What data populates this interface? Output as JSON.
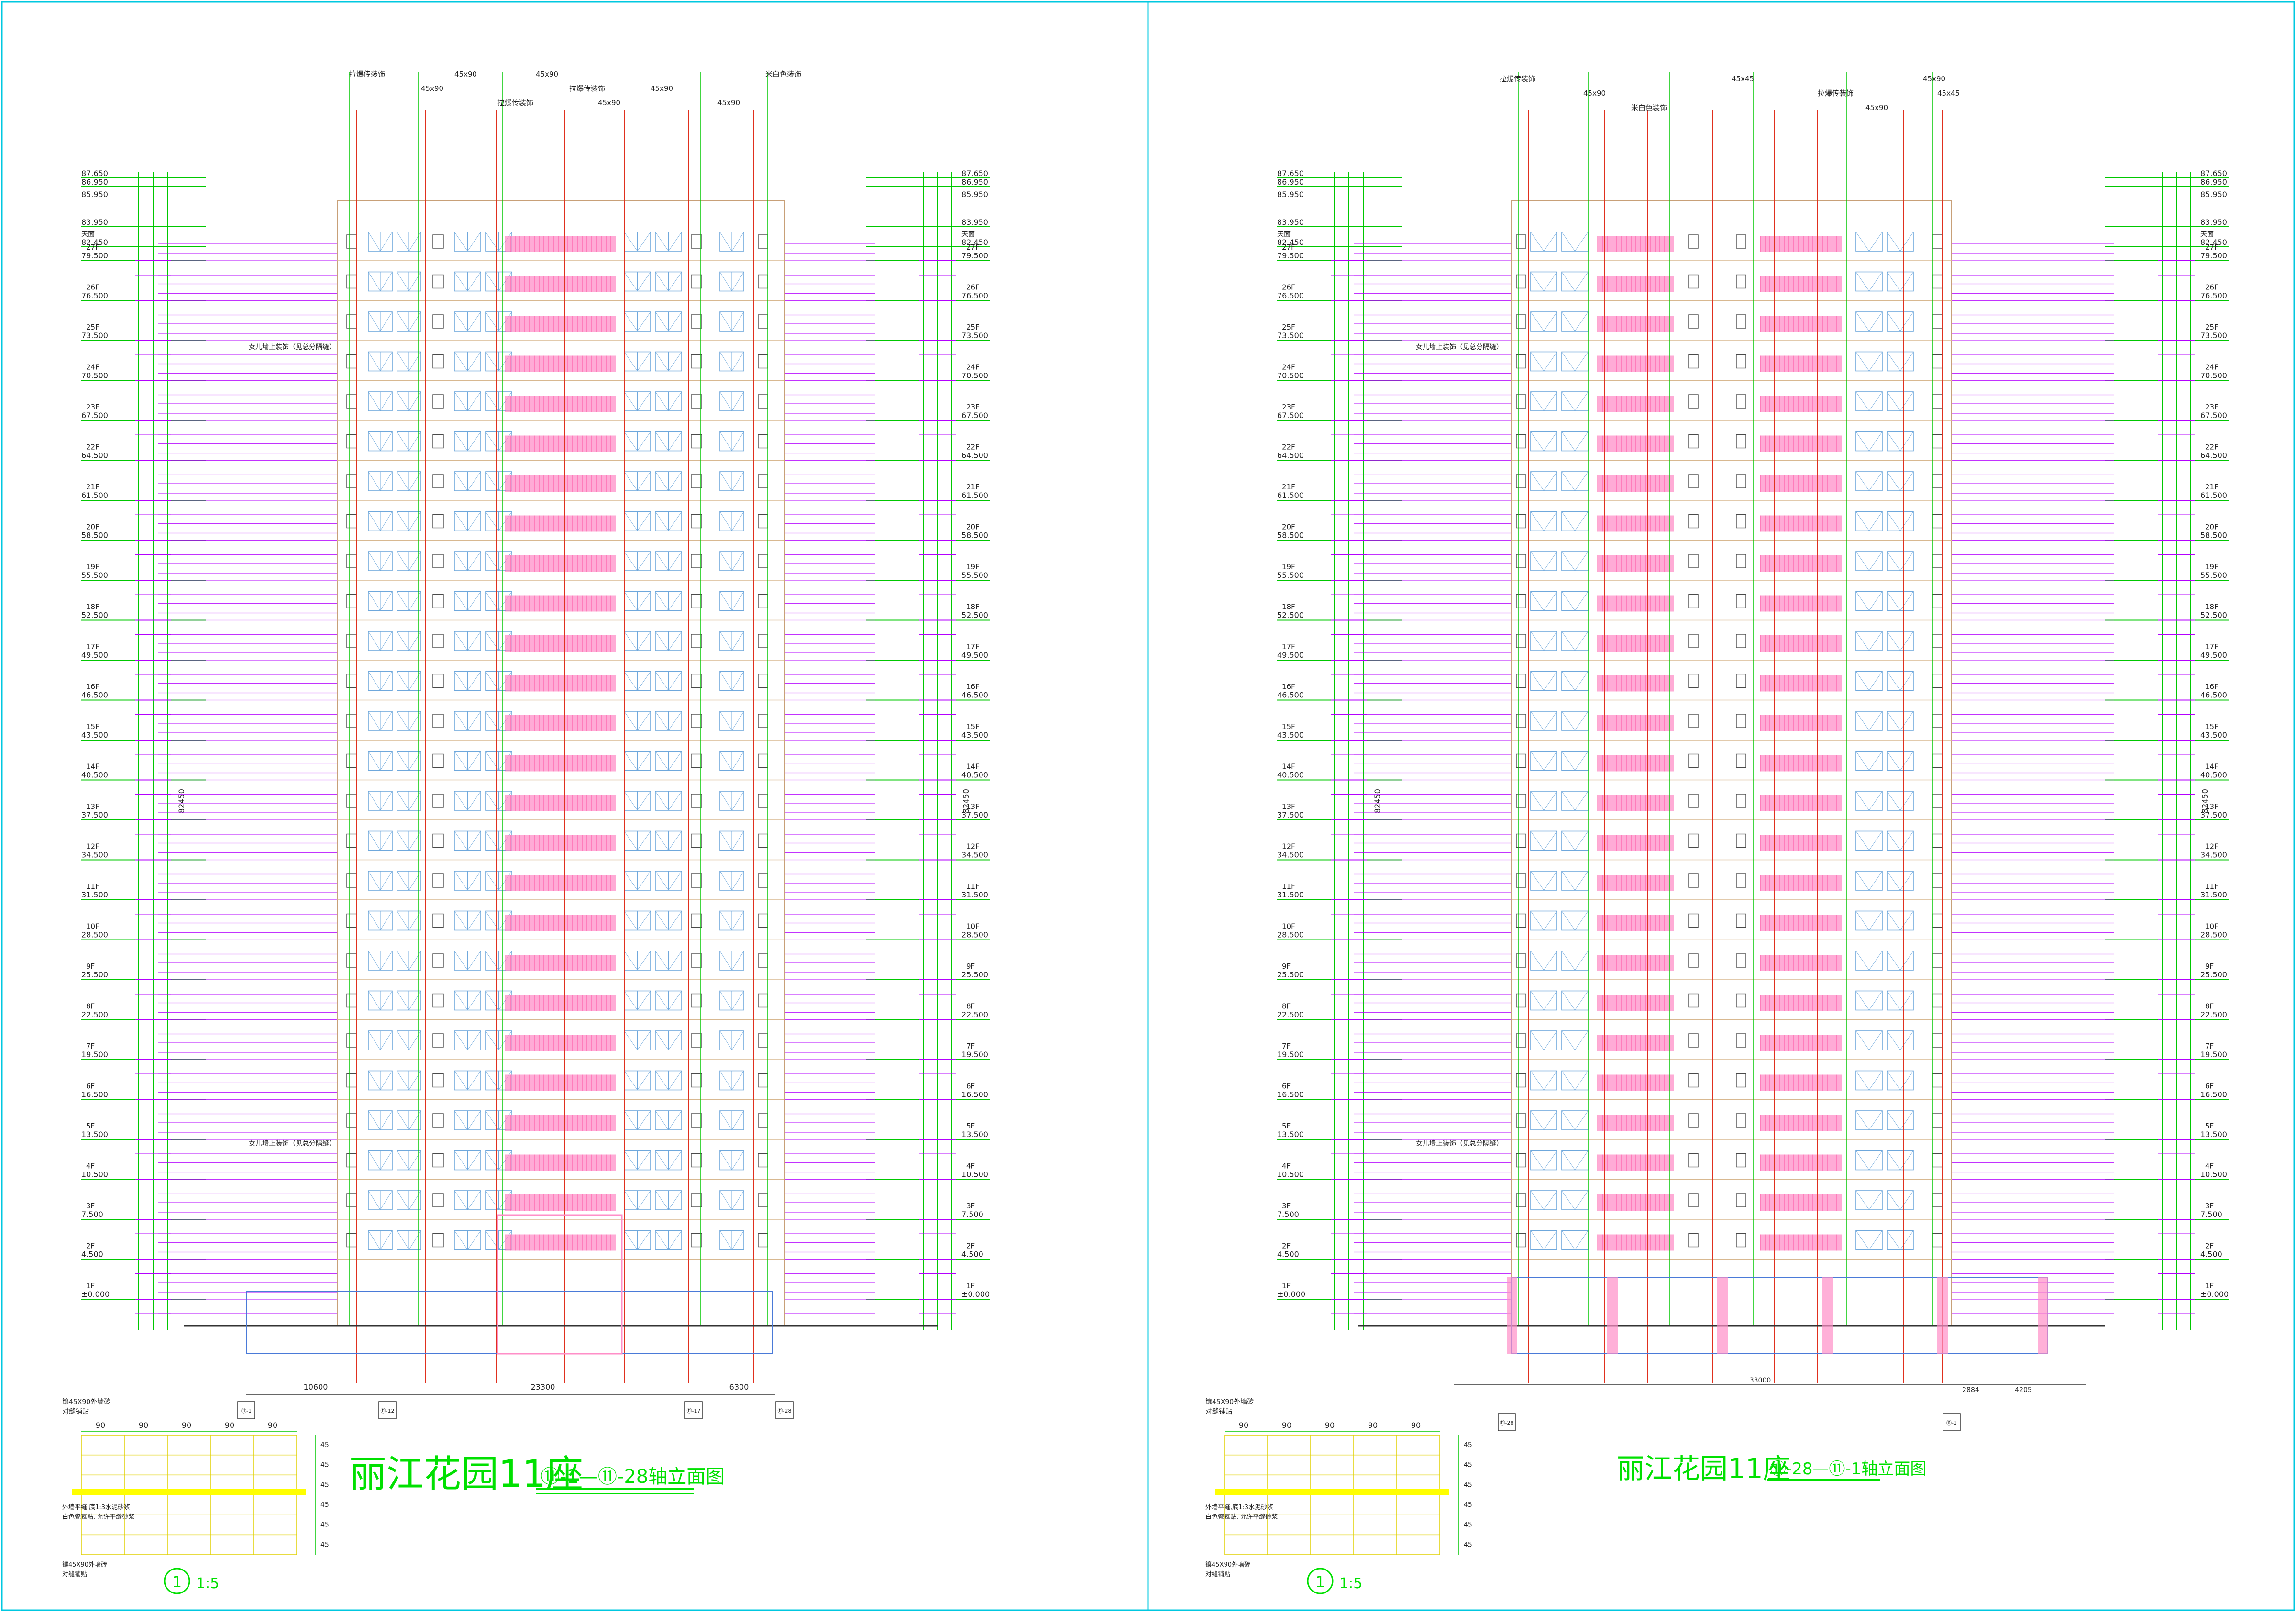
{
  "colors": {
    "background": "#ffffff",
    "level_line": "#00c800",
    "grid_line": "#b400ff",
    "dim_text": "#222222",
    "pink_band": "#ff8fc8",
    "window_blue": "#6fa8dc",
    "red_line": "#e0301e",
    "border_cyan": "#00c8e0",
    "title_green": "#00e000",
    "yellow": "#ffff00"
  },
  "left_elevation": {
    "title": "丽江花园11座",
    "subtitle": "⑪-1—⑪-28轴立面图",
    "dims_bottom": [
      "10600",
      "23300",
      "6300"
    ],
    "axis_marks": [
      "⑪-1",
      "⑪-12",
      "⑪-17",
      "⑪-28"
    ],
    "top_callouts": [
      "拉爆传装饰",
      "45x90",
      "拉爆传装饰",
      "45x90",
      "拉爆传装饰",
      "45x90",
      "米白色装饰",
      "45x90",
      "45x90",
      "45x90"
    ],
    "side_note": "女儿墙上装饰（见总分隔缝）",
    "roof_elev": [
      "87.650",
      "86.950",
      "85.950",
      "83.950",
      "82.450"
    ]
  },
  "right_elevation": {
    "title": "丽江花园11座",
    "subtitle": "⑪-28—⑪-1轴立面图",
    "dims_bottom": [
      "33000",
      "2884",
      "4205"
    ],
    "axis_marks": [
      "⑪-28",
      "⑪-1"
    ],
    "top_callouts": [
      "拉爆传装饰",
      "45x90",
      "米白色装饰",
      "45x45",
      "拉爆传装饰",
      "45x90",
      "45x90",
      "45x45"
    ],
    "side_note": "女儿墙上装饰（见总分隔缝）",
    "roof_elev": [
      "87.650",
      "86.950",
      "85.950",
      "83.950",
      "82.450"
    ]
  },
  "floors": [
    {
      "label": "27F",
      "elev": "79.500"
    },
    {
      "label": "26F",
      "elev": "76.500"
    },
    {
      "label": "25F",
      "elev": "73.500"
    },
    {
      "label": "24F",
      "elev": "70.500"
    },
    {
      "label": "23F",
      "elev": "67.500"
    },
    {
      "label": "22F",
      "elev": "64.500"
    },
    {
      "label": "21F",
      "elev": "61.500"
    },
    {
      "label": "20F",
      "elev": "58.500"
    },
    {
      "label": "19F",
      "elev": "55.500"
    },
    {
      "label": "18F",
      "elev": "52.500"
    },
    {
      "label": "17F",
      "elev": "49.500"
    },
    {
      "label": "16F",
      "elev": "46.500"
    },
    {
      "label": "15F",
      "elev": "43.500"
    },
    {
      "label": "14F",
      "elev": "40.500"
    },
    {
      "label": "13F",
      "elev": "37.500"
    },
    {
      "label": "12F",
      "elev": "34.500"
    },
    {
      "label": "11F",
      "elev": "31.500"
    },
    {
      "label": "10F",
      "elev": "28.500"
    },
    {
      "label": "9F",
      "elev": "25.500"
    },
    {
      "label": "8F",
      "elev": "22.500"
    },
    {
      "label": "7F",
      "elev": "19.500"
    },
    {
      "label": "6F",
      "elev": "16.500"
    },
    {
      "label": "5F",
      "elev": "13.500"
    },
    {
      "label": "4F",
      "elev": "10.500"
    },
    {
      "label": "3F",
      "elev": "7.500"
    },
    {
      "label": "2F",
      "elev": "4.500"
    },
    {
      "label": "1F",
      "elev": "±0.000"
    }
  ],
  "roof_label": "天面",
  "total_height": "82450",
  "detail": {
    "top_note": "镶45X90外墙砖",
    "top_note2": "对缝铺贴",
    "spans": [
      "90",
      "90",
      "90",
      "90",
      "90"
    ],
    "side_dims": [
      "45",
      "45",
      "45",
      "45",
      "45",
      "45"
    ],
    "mid_note": "外墙平缝,底1:3水泥砂浆",
    "mid_note2": "白色瓷瓦贴, 允许平缝砂浆",
    "bottom_note": "镶45X90外墙砖",
    "bottom_note2": "对缝铺贴",
    "scale_mark": "1",
    "scale": "1:5"
  }
}
